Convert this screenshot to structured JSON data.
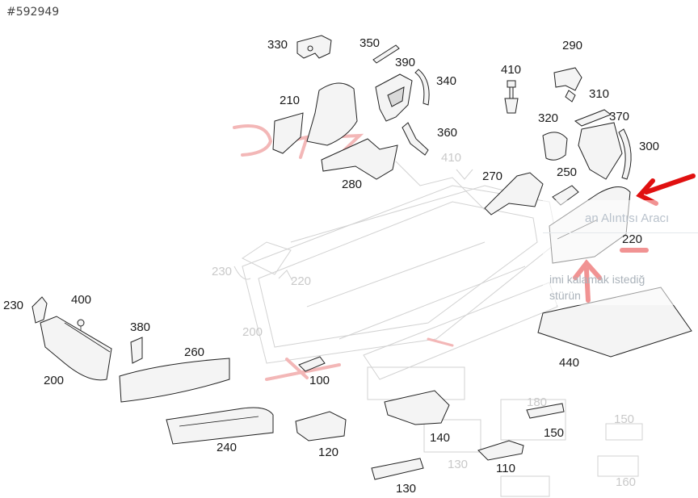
{
  "image_id_label": "#592949",
  "tooltip_ghost": {
    "title": "an Alıntısı Aracı",
    "line1": "imi kalamak istediğ",
    "line2": "stürün"
  },
  "part_numbers": {
    "p330": "330",
    "p350": "350",
    "p390": "390",
    "p340": "340",
    "p210": "210",
    "p360": "360",
    "p280": "280",
    "p410": "410",
    "p290": "290",
    "p310": "310",
    "p320": "320",
    "p370": "370",
    "p300": "300",
    "p270": "270",
    "p250": "250",
    "p220": "220",
    "p230": "230",
    "p400": "400",
    "p380": "380",
    "p260": "260",
    "p200": "200",
    "p100": "100",
    "p440": "440",
    "p240": "240",
    "p120": "120",
    "p140": "140",
    "p150": "150",
    "p110": "110",
    "p130": "130"
  },
  "ghost_numbers": {
    "g410": "410",
    "g230": "230",
    "g220": "220",
    "g200": "200",
    "g180": "180",
    "g150": "150",
    "g130": "130",
    "g160": "160"
  },
  "colors": {
    "annotation_red": "#e01010",
    "faded_red": "#f3b7b7",
    "line_art": "#222222",
    "ghost_line_art": "#d2d2d2"
  }
}
